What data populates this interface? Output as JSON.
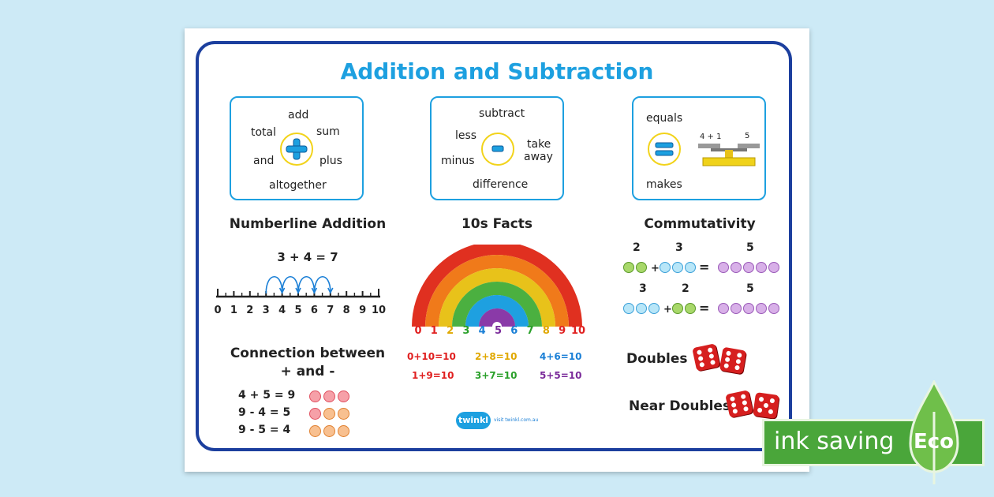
{
  "title": "Addition and Subtraction",
  "vocab": {
    "addition": [
      "add",
      "total",
      "sum",
      "and",
      "plus",
      "altogether"
    ],
    "subtraction": [
      "subtract",
      "less",
      "take",
      "away",
      "minus",
      "difference"
    ],
    "equals": [
      "equals",
      "makes"
    ],
    "balance": {
      "left": "4 + 1",
      "right": "5"
    }
  },
  "sections": {
    "numberline": "Numberline Addition",
    "tens": "10s Facts",
    "commutativity": "Commutativity",
    "connection_line1": "Connection between",
    "connection_line2": "+ and -",
    "doubles": "Doubles",
    "near_doubles": "Near Doubles"
  },
  "numberline": {
    "equation": "3 + 4 = 7",
    "labels": [
      "0",
      "1",
      "2",
      "3",
      "4",
      "5",
      "6",
      "7",
      "8",
      "9",
      "10"
    ],
    "jumps_from": 3,
    "jumps": 4
  },
  "rainbow": {
    "numbers": [
      "0",
      "1",
      "2",
      "3",
      "4",
      "5",
      "6",
      "7",
      "8",
      "9",
      "10"
    ],
    "number_colors": [
      "#e02020",
      "#e02020",
      "#e0a800",
      "#2aa02a",
      "#1a7fd6",
      "#7a2a9a",
      "#1a7fd6",
      "#2aa02a",
      "#e0a800",
      "#e02020",
      "#e02020"
    ],
    "bands": [
      "#e03020",
      "#f07a1a",
      "#e8c21a",
      "#4bb040",
      "#1ea0e0",
      "#8a3aa8"
    ],
    "facts": [
      {
        "text": "0+10=10",
        "color": "#e02020"
      },
      {
        "text": "2+8=10",
        "color": "#e0a800"
      },
      {
        "text": "4+6=10",
        "color": "#1a7fd6"
      },
      {
        "text": "1+9=10",
        "color": "#e02020"
      },
      {
        "text": "3+7=10",
        "color": "#2aa02a"
      },
      {
        "text": "5+5=10",
        "color": "#7a2a9a"
      }
    ]
  },
  "commutativity": {
    "row1": {
      "a": "2",
      "b": "3",
      "c": "5"
    },
    "row2": {
      "a": "3",
      "b": "2",
      "c": "5"
    },
    "plus": "+",
    "equals": "="
  },
  "connection": [
    "4 + 5 = 9",
    "9 - 4 = 5",
    "9 - 5 = 4"
  ],
  "footer": {
    "brand": "twinkl",
    "url": "visit twinkl.com.au"
  },
  "eco": {
    "label": "ink saving",
    "badge": "Eco"
  },
  "colors": {
    "title": "#1da0e0",
    "frame": "#1c3f9e",
    "eco": "#4aa63a"
  }
}
